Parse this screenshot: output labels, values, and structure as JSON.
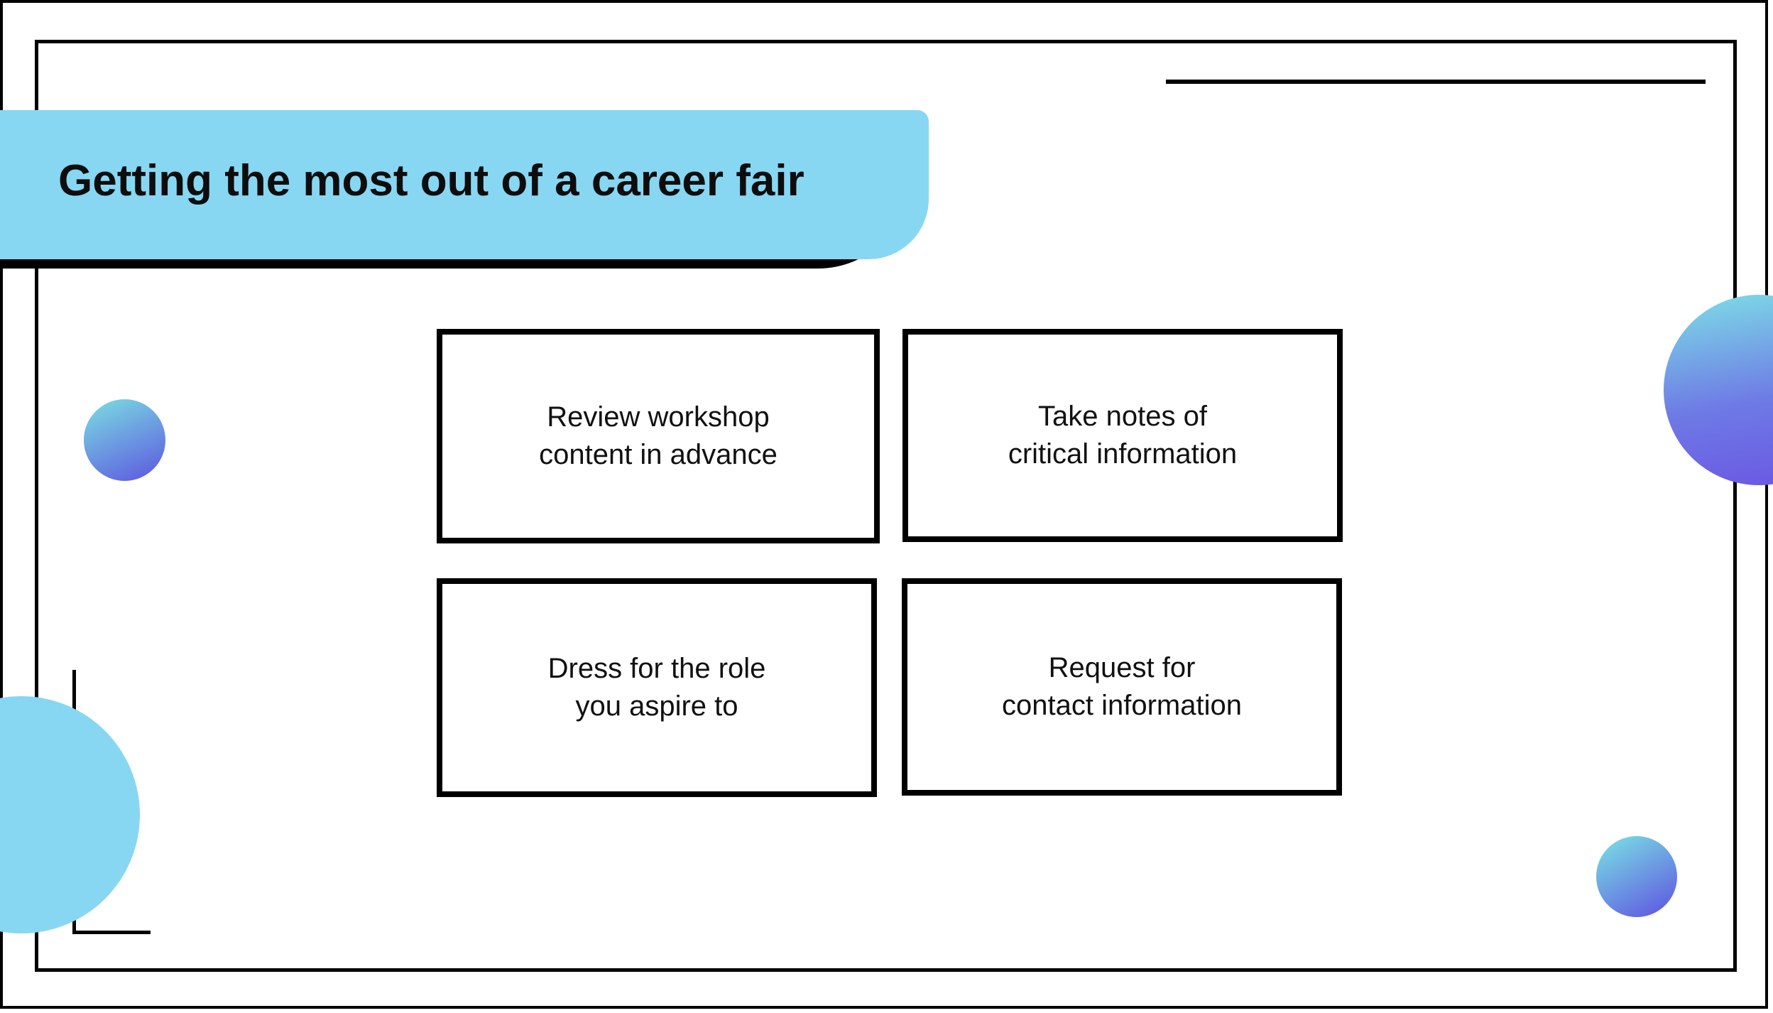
{
  "slide": {
    "title": "Getting the most out of a career fair"
  },
  "cards": [
    {
      "id": "review-workshop",
      "lines": [
        "Review workshop",
        "content in advance"
      ]
    },
    {
      "id": "take-notes",
      "lines": [
        "Take notes of",
        "critical information"
      ]
    },
    {
      "id": "dress-role",
      "lines": [
        "Dress for the role",
        "you aspire to"
      ]
    },
    {
      "id": "request-contact",
      "lines": [
        "Request for",
        "contact information"
      ]
    }
  ],
  "colors": {
    "banner_blue": "#87d7f2",
    "accent_cyan": "#79dde4",
    "accent_indigo": "#5f58e0",
    "line_black": "#000000"
  }
}
